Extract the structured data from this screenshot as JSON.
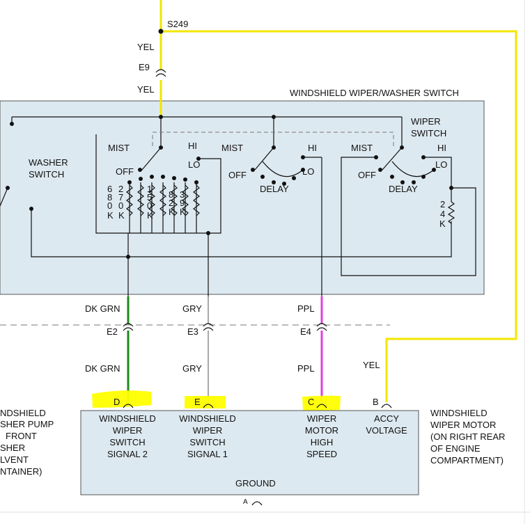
{
  "splice": "S249",
  "wire_labels": {
    "yel_top": "YEL",
    "yel_mid": "YEL",
    "yel_right": "YEL"
  },
  "connectors": {
    "e9": "E9",
    "e2": "E2",
    "e3": "E3",
    "e4": "E4"
  },
  "switch_title": "WINDSHIELD WIPER/WASHER SWITCH",
  "washer_switch": [
    "WASHER",
    "SWITCH"
  ],
  "wiper_switch": [
    "WIPER",
    "SWITCH"
  ],
  "positions": {
    "mist": "MIST",
    "off": "OFF",
    "hi": "HI",
    "lo": "LO",
    "delay": "DELAY"
  },
  "resistors": [
    [
      "6",
      "8",
      "0",
      "K"
    ],
    [
      "2",
      "7",
      "0",
      "K"
    ],
    [
      "1",
      "5",
      "0",
      "K"
    ],
    [
      "8",
      "2",
      "K"
    ],
    [
      "3",
      "9",
      "K"
    ],
    [
      "2",
      "4",
      "K"
    ]
  ],
  "wires": [
    {
      "color_name": "DK GRN",
      "connector": "E2",
      "hex": "#1e8a1e"
    },
    {
      "color_name": "GRY",
      "connector": "E3",
      "hex": "#a8a8a8"
    },
    {
      "color_name": "PPL",
      "connector": "E4",
      "hex": "#e040e0"
    },
    {
      "color_name": "YEL",
      "connector": "",
      "hex": "#f2e600"
    }
  ],
  "pins": [
    {
      "pin": "D",
      "label": [
        "WINDSHIELD",
        "WIPER",
        "SWITCH",
        "SIGNAL 2"
      ]
    },
    {
      "pin": "E",
      "label": [
        "WINDSHIELD",
        "WIPER",
        "SWITCH",
        "SIGNAL 1"
      ]
    },
    {
      "pin": "C",
      "label": [
        "WIPER",
        "MOTOR",
        "HIGH",
        "SPEED"
      ]
    },
    {
      "pin": "B",
      "label": [
        "ACCY",
        "VOLTAGE"
      ]
    }
  ],
  "motor_title": [
    "WINDSHIELD",
    "WIPER MOTOR",
    "(ON RIGHT REAR",
    "OF ENGINE",
    "COMPARTMENT)"
  ],
  "ground": "GROUND",
  "ground_pin": "A",
  "pump_label_cut": [
    "NDSHIELD",
    "SHER PUMP",
    "FRONT",
    "SHER",
    "LVENT",
    "NTAINER)"
  ],
  "colors": {
    "box_fill": "#dde9f0",
    "highlight": "#ffff00",
    "yellow": "#f2e600",
    "green": "#1e8a1e",
    "gray": "#a8a8a8",
    "purple": "#e040e0"
  }
}
